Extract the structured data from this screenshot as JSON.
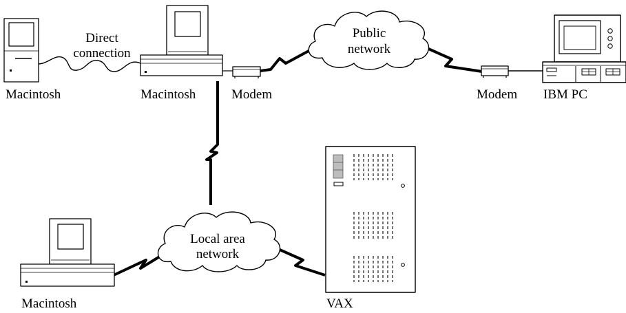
{
  "labels": {
    "mac_left": "Macintosh",
    "mac_center": "Macintosh",
    "mac_bottom": "Macintosh",
    "direct_connection_line1": "Direct",
    "direct_connection_line2": "connection",
    "modem_left": "Modem",
    "modem_right": "Modem",
    "public_network_line1": "Public",
    "public_network_line2": "network",
    "ibm_pc": "IBM PC",
    "lan_line1": "Local area",
    "lan_line2": "network",
    "vax": "VAX"
  }
}
